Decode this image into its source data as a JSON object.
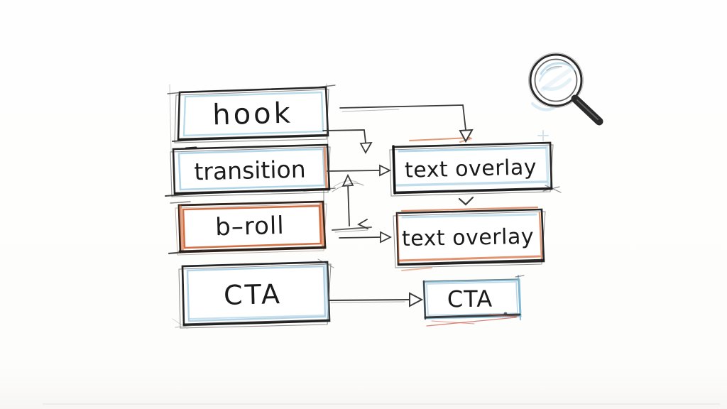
{
  "diagram": {
    "nodes": {
      "hook": {
        "label": "hook",
        "accent": "#aed4e7"
      },
      "transition": {
        "label": "transition",
        "accent": "#aed4e7"
      },
      "b_roll": {
        "label": "b–roll",
        "accent": "#d8713f"
      },
      "cta_left": {
        "label": "CTA",
        "accent": "#aed4e7"
      },
      "text_overlay_1": {
        "label": "text overlay",
        "accent": "#aed4e7"
      },
      "text_overlay_2": {
        "label": "text overlay",
        "accent": "#d8713f"
      },
      "cta_right": {
        "label": "CTA",
        "accent": "#8fc0d8"
      }
    },
    "edges": [
      {
        "from": "hook",
        "to": "text_overlay_1",
        "style": "elbow-down"
      },
      {
        "from": "hook",
        "to": "transition",
        "style": "elbow-down-short"
      },
      {
        "from": "transition",
        "to": "text_overlay_1",
        "style": "straight-right"
      },
      {
        "from": "b_roll",
        "to": "transition",
        "style": "up-arrow"
      },
      {
        "from": "b_roll",
        "to": "text_overlay_2",
        "style": "straight-right"
      },
      {
        "from": "text_overlay_1",
        "to": "text_overlay_2",
        "style": "chevron-down"
      },
      {
        "from": "cta_left",
        "to": "cta_right",
        "style": "straight-right"
      }
    ],
    "icons": {
      "magnifier": "magnifying-glass-icon"
    },
    "colors": {
      "sketch_black": "#2b2b2b",
      "accent_blue": "#aed4e7",
      "accent_orange": "#d8713f",
      "scribble_red": "#cc5140",
      "background": "#fdfdfc"
    }
  }
}
